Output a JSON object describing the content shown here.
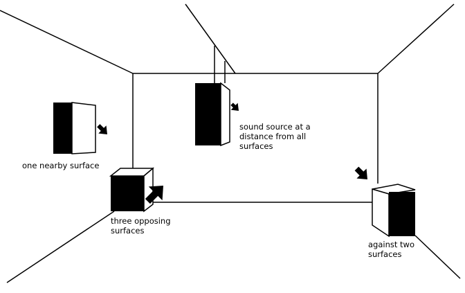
{
  "colors": {
    "line": "#000000",
    "fill": "#000000",
    "background": "#ffffff"
  },
  "labels": {
    "one_nearby": "one nearby surface",
    "three_opposing": "three opposing\nsurfaces",
    "center_source": "sound source at a\ndistance from all\nsurfaces",
    "two_surfaces": "against two\nsurfaces"
  }
}
